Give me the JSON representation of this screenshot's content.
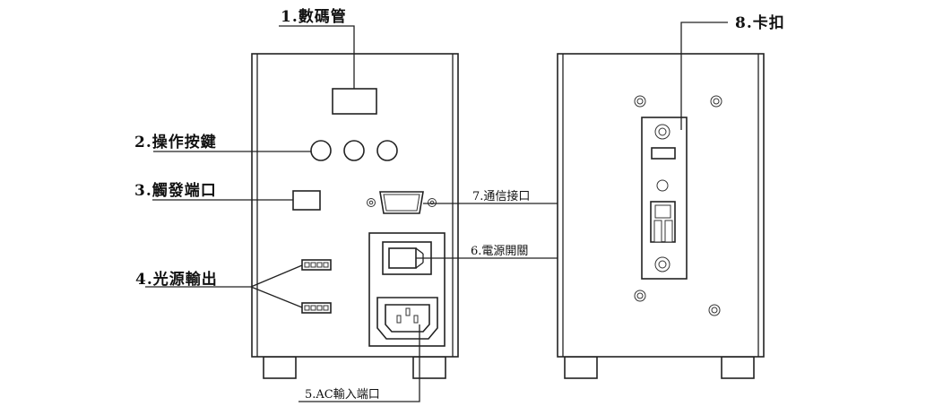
{
  "labels": {
    "display": "1.數碼管",
    "buttons": "2.操作按鍵",
    "trigger_port": "3.觸發端口",
    "light_output": "4.光源輸出",
    "ac_input": "5.AC輸入端口",
    "power_switch": "6.電源開關",
    "comm_port": "7.通信接口",
    "clip": "8.卡扣"
  }
}
